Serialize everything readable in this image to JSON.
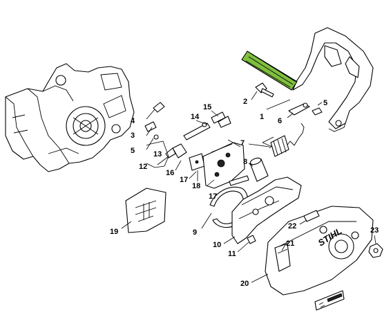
{
  "highlight_color": "#7fbf3f",
  "callouts": [
    "1",
    "2",
    "3",
    "4",
    "5",
    "5",
    "6",
    "7",
    "8",
    "9",
    "10",
    "11",
    "12",
    "13",
    "14",
    "15",
    "16",
    "17",
    "17",
    "18",
    "19",
    "20",
    "21",
    "22",
    "23"
  ],
  "brand_logo": "STIHL"
}
